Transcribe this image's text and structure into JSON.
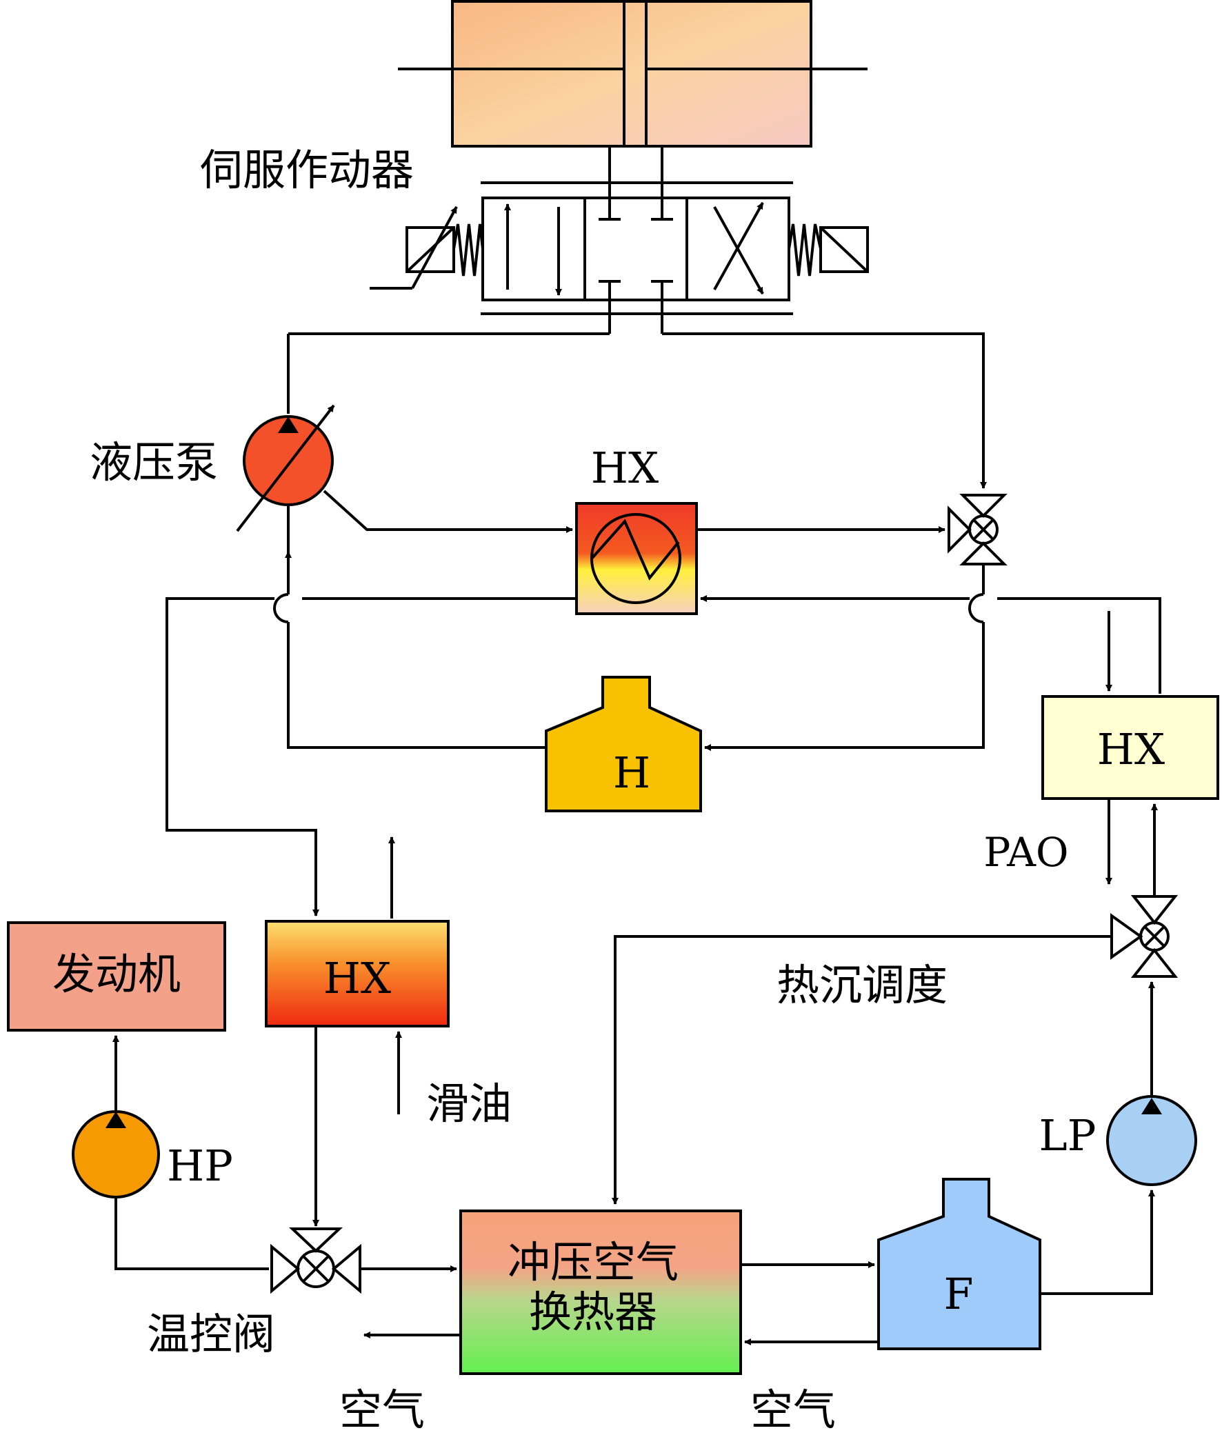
{
  "labels": {
    "servo_actuator": "伺服作动器",
    "hydraulic_pump": "液压泵",
    "hx_top": "HX",
    "hydraulic_tank": "H",
    "hx_right": "HX",
    "pao": "PAO",
    "heat_sink_dispatch": "热沉调度",
    "engine": "发动机",
    "hx_oil": "HX",
    "lube_oil": "滑油",
    "hp": "HP",
    "lp": "LP",
    "ram_hx_line1": "冲压空气",
    "ram_hx_line2": "换热器",
    "fuel_tank": "F",
    "temp_control_valve": "温控阀",
    "air_left": "空气",
    "air_right": "空气"
  },
  "colors": {
    "pump_red": "#f4502a",
    "hp_orange": "#f59a00",
    "lp_blue": "#a8d0f5",
    "tank_yellow": "#f8c200",
    "fuel_blue": "#9ecbf9",
    "engine_pink": "#f4a18a",
    "hx_pale": "#ffffd2"
  }
}
